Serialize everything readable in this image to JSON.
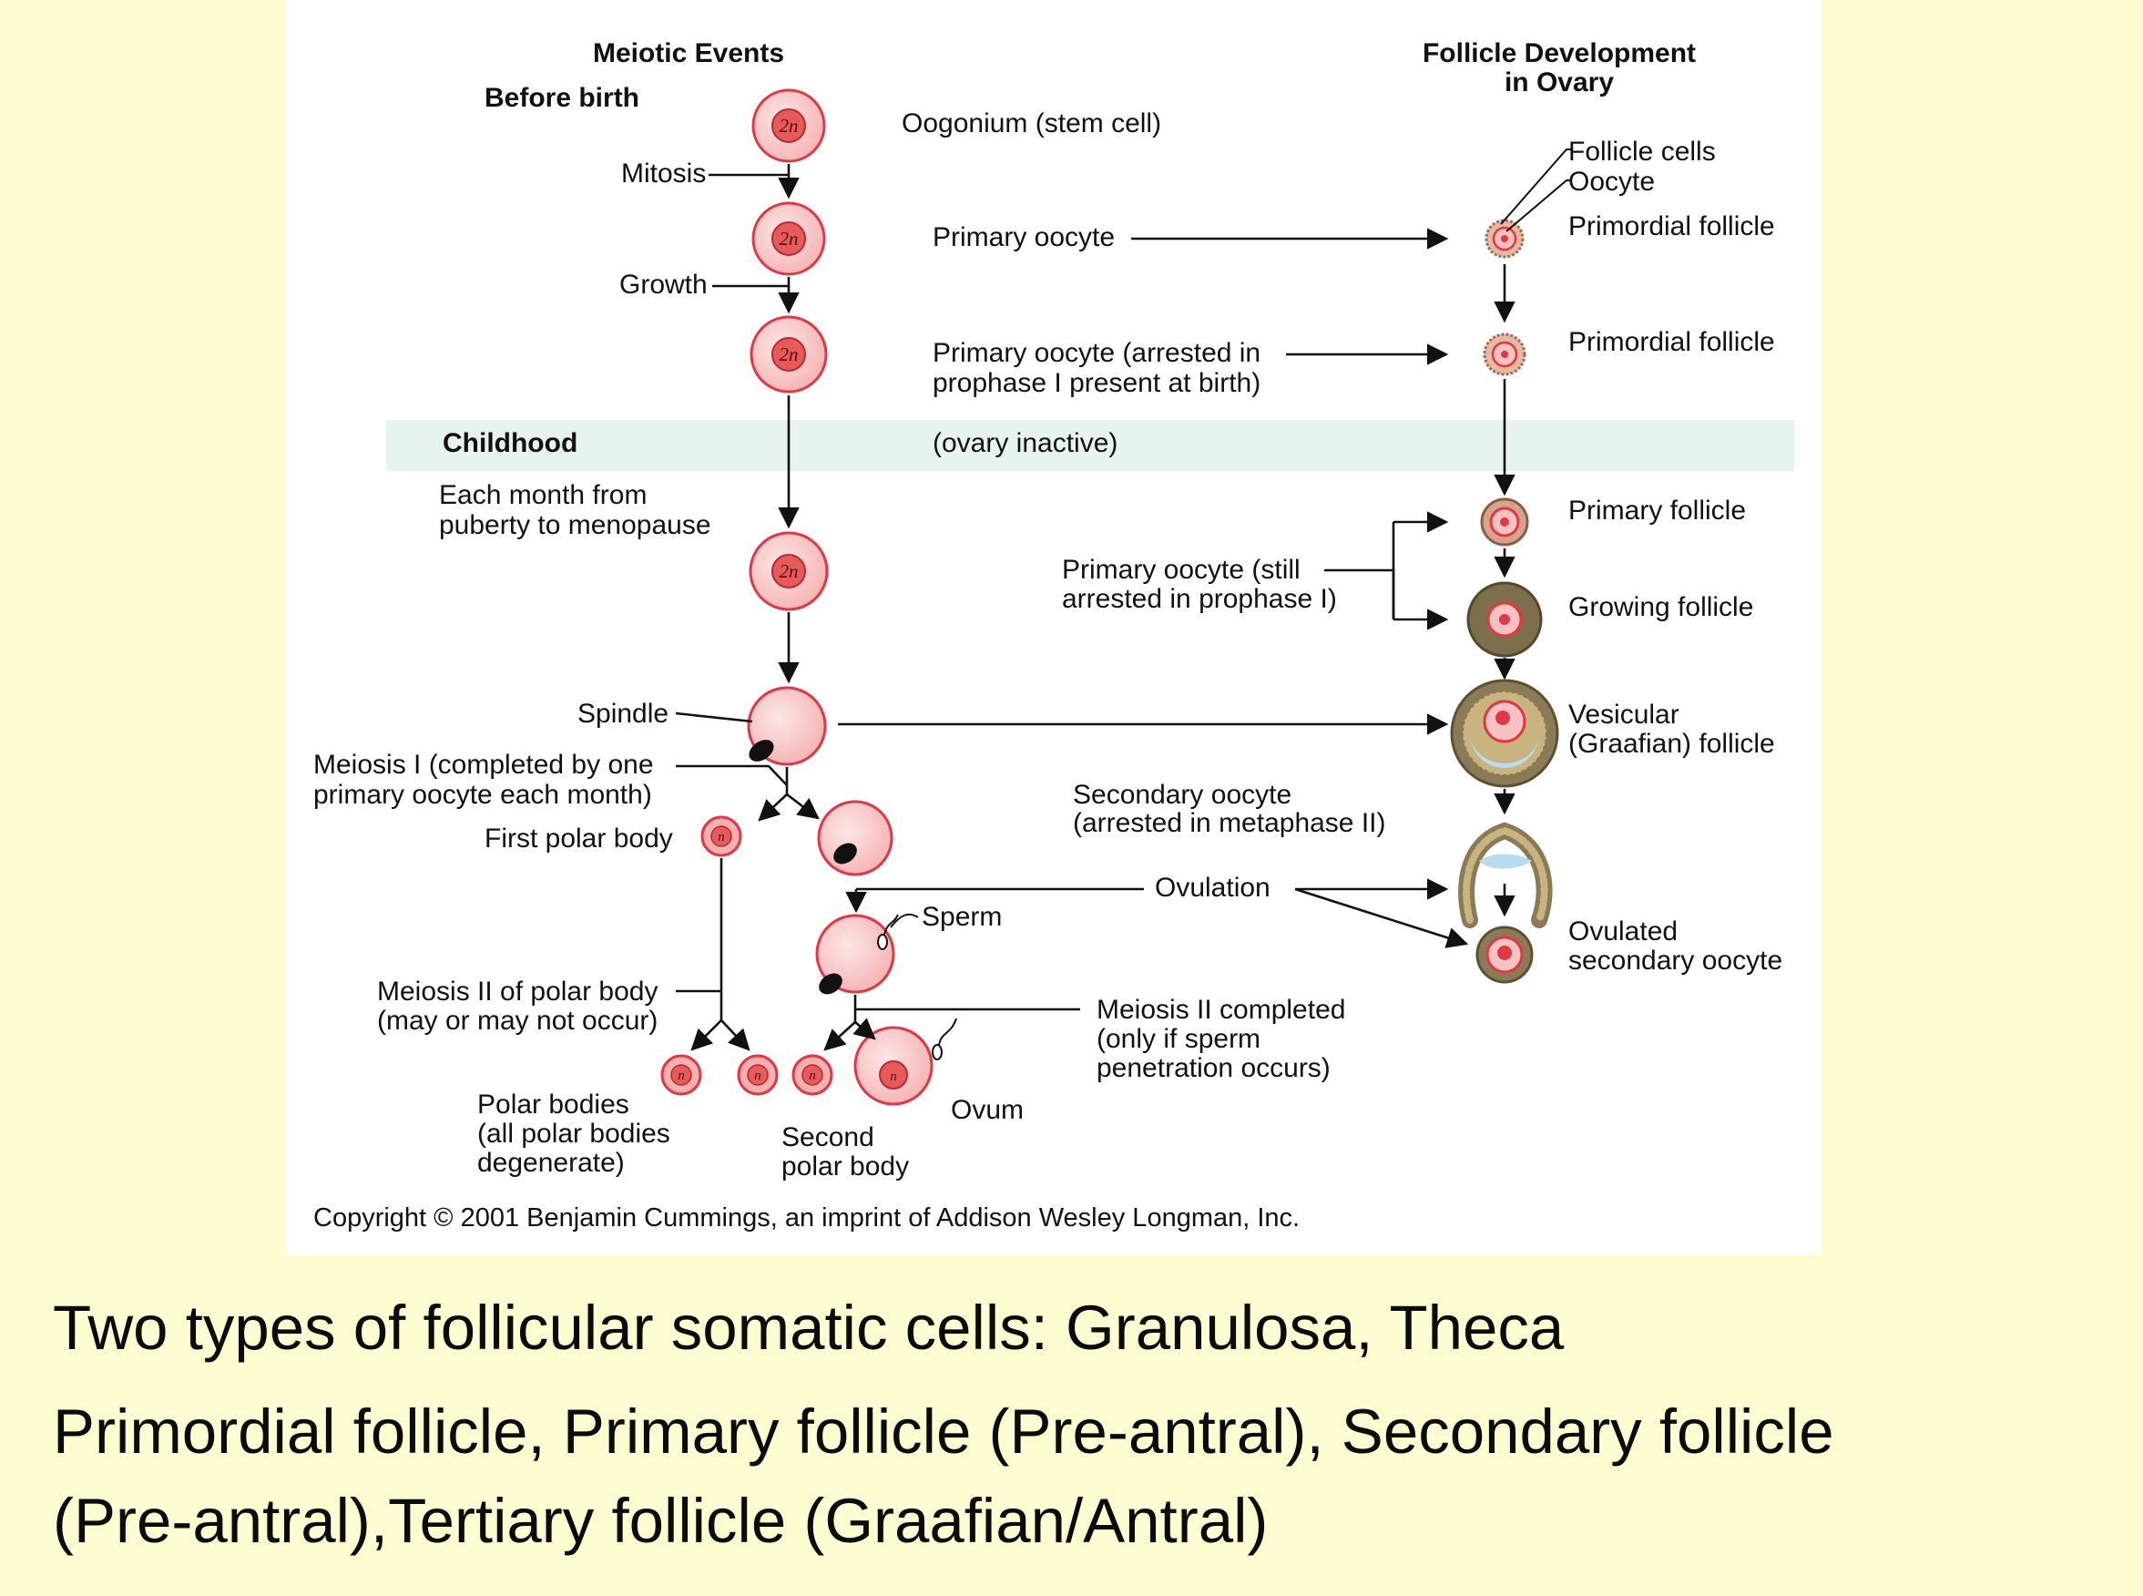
{
  "diagram": {
    "headers": {
      "meiotic": "Meiotic Events",
      "follicle_line1": "Follicle Development",
      "follicle_line2": "in Ovary"
    },
    "stages": {
      "before_birth": "Before birth",
      "childhood": "Childhood",
      "monthly_line1": "Each month from",
      "monthly_line2": "puberty to menopause"
    },
    "meiotic_labels": {
      "mitosis": "Mitosis",
      "growth": "Growth",
      "spindle": "Spindle",
      "meiosis1_line1": "Meiosis I (completed by one",
      "meiosis1_line2": "primary oocyte each month)",
      "first_polar_body": "First polar body",
      "sperm": "Sperm",
      "meiosis2_polar_line1": "Meiosis II of polar body",
      "meiosis2_polar_line2": "(may or may not occur)",
      "polar_bodies_line1": "Polar bodies",
      "polar_bodies_line2": "(all polar bodies",
      "polar_bodies_line3": "degenerate)",
      "second_polar_line1": "Second",
      "second_polar_line2": "polar body",
      "ovum": "Ovum"
    },
    "cell_labels": {
      "oogonium": "Oogonium (stem cell)",
      "primary_oocyte": "Primary oocyte",
      "arrested_line1": "Primary oocyte (arrested in",
      "arrested_line2": "prophase I present at birth)",
      "ovary_inactive": "(ovary inactive)",
      "still_arrested_line1": "Primary oocyte (still",
      "still_arrested_line2": "arrested in prophase I)",
      "secondary_line1": "Secondary oocyte",
      "secondary_line2": "(arrested in metaphase II)",
      "ovulation": "Ovulation",
      "meiosis2_done_line1": "Meiosis II completed",
      "meiosis2_done_line2": "(only if sperm",
      "meiosis2_done_line3": "penetration occurs)"
    },
    "follicle_labels": {
      "follicle_cells": "Follicle cells",
      "oocyte": "Oocyte",
      "primordial_1": "Primordial follicle",
      "primordial_2": "Primordial follicle",
      "primary_follicle": "Primary follicle",
      "growing_follicle": "Growing follicle",
      "vesicular_line1": "Vesicular",
      "vesicular_line2": "(Graafian) follicle",
      "ovulated_line1": "Ovulated",
      "ovulated_line2": "secondary oocyte"
    },
    "ploidy": {
      "diploid": "2n",
      "haploid": "n"
    },
    "copyright": "Copyright © 2001 Benjamin Cummings, an imprint of Addison Wesley Longman, Inc.",
    "colors": {
      "cell_fill": "#f8c2c2",
      "cell_edge": "#e23845",
      "nucleus": "#e65a5a",
      "band": "#e7f3ef",
      "theca": "#8a7b56",
      "antrum": "#b8dcf0"
    }
  },
  "caption": {
    "line1": "Two types of follicular somatic cells: Granulosa, Theca",
    "line2": "Primordial follicle, Primary follicle (Pre-antral), Secondary follicle",
    "line3": "(Pre-antral),Tertiary follicle (Graafian/Antral)"
  }
}
